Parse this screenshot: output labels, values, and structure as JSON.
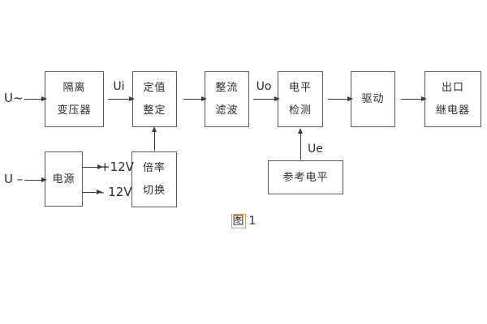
{
  "diagram": {
    "caption": {
      "figure": "图",
      "number": "1"
    },
    "inputs": {
      "ac": "U~",
      "dc": "U –"
    },
    "signals": {
      "ui": "Ui",
      "uo": "Uo",
      "ue": "Ue",
      "plus12v": "+12V",
      "minus12v": "- 12V"
    },
    "boxes": {
      "isolation_transformer": {
        "lines": [
          "隔离",
          "变压器"
        ]
      },
      "setting_adjust": {
        "lines": [
          "定值",
          "整定"
        ]
      },
      "rectifier_filter": {
        "lines": [
          "整流",
          "滤波"
        ]
      },
      "level_detect": {
        "lines": [
          "电平",
          "检测"
        ]
      },
      "drive": {
        "label": "驱动"
      },
      "output_relay": {
        "lines": [
          "出口",
          "继电器"
        ]
      },
      "power_supply": {
        "label": "电源"
      },
      "ratio_switch": {
        "lines": [
          "倍率",
          "切换"
        ]
      },
      "reference_level": {
        "label": "参考电平"
      }
    },
    "colors": {
      "background": "#ffffff",
      "line": "#3a3a3a",
      "text": "#2b2b2b",
      "box_border": "#5a5a5a",
      "caption_highlight": "#d89a50"
    }
  }
}
